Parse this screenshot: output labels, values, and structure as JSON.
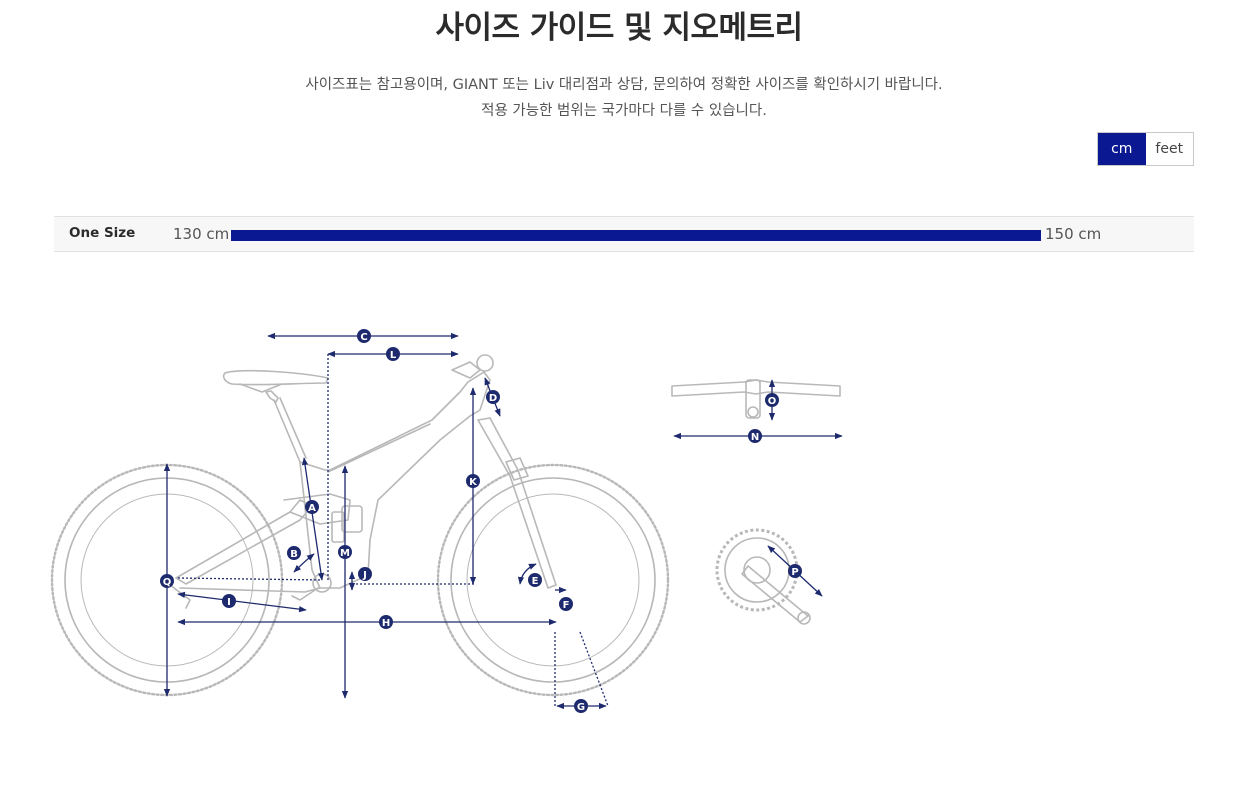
{
  "page": {
    "title": "사이즈 가이드 및 지오메트리",
    "description_line1": "사이즈표는 참고용이며, GIANT 또는 Liv 대리점과 상담, 문의하여 정확한 사이즈를 확인하시기 바랍니다.",
    "description_line2": "적용 가능한 범위는 국가마다 다를 수 있습니다."
  },
  "unit_toggle": {
    "options": [
      "cm",
      "feet"
    ],
    "selected": "cm"
  },
  "size_range": {
    "size_name": "One Size",
    "min_label": "130 cm",
    "max_label": "150 cm"
  },
  "geometry_labels": [
    "A",
    "B",
    "C",
    "D",
    "E",
    "F",
    "G",
    "H",
    "I",
    "J",
    "K",
    "L",
    "M",
    "N",
    "O",
    "P",
    "Q"
  ],
  "colors": {
    "accent": "#0a1891",
    "dimension_line": "#1e2a6e",
    "bike_line": "#b8b8b8"
  }
}
